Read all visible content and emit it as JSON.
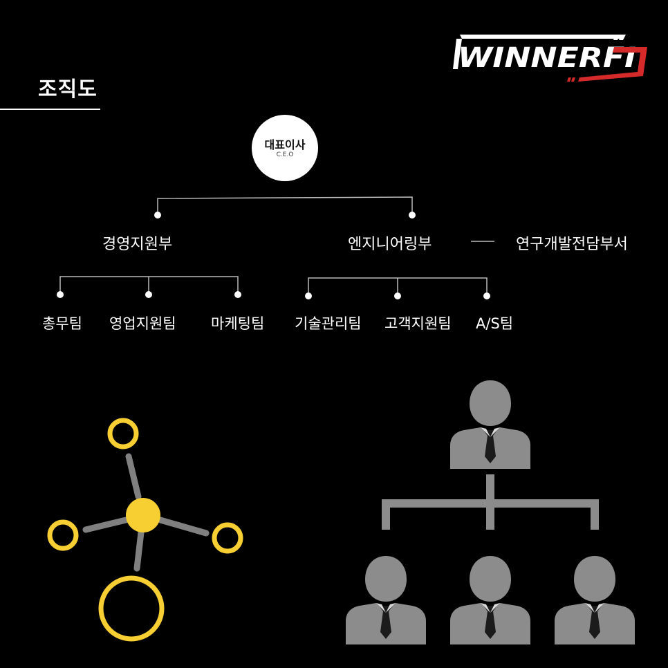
{
  "header": {
    "title": "조직도",
    "logo": {
      "text": "WINNERFIT",
      "accent_color": "#d42a2a"
    }
  },
  "org_chart": {
    "ceo": {
      "title": "대표이사",
      "subtitle": "C.E.O"
    },
    "divisions": [
      {
        "name": "경영지원부",
        "teams": [
          "총무팀",
          "영업지원팀",
          "마케팅팀"
        ]
      },
      {
        "name": "엔지니어링부",
        "linked": "연구개발전담부서",
        "teams": [
          "기술관리팀",
          "고객지원팀",
          "A/S팀"
        ]
      }
    ]
  },
  "illustrations": {
    "network_icon": {
      "color": "#f7cf33",
      "stroke_color": "#808080"
    },
    "people_hierarchy_icon": {
      "color": "#8c8c8c"
    }
  }
}
